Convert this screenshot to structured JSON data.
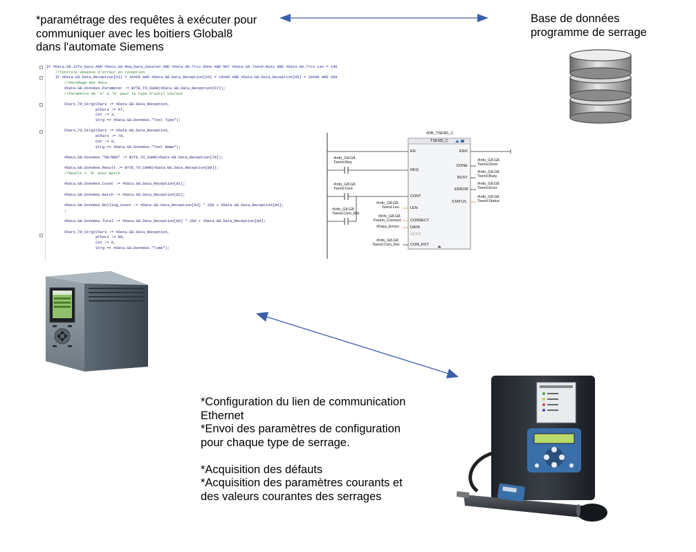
{
  "notes": {
    "plc_setup": "*paramétrage des requêtes à exécuter pour\ncommuniquer avec les boitiers Global8\ndans l'automate Siemens",
    "database": "Base de données\nprogramme de serrage",
    "communication": "*Configuration du lien de communication\nEthernet\n*Envoi des paramètres de configuration\npour chaque type de serrage.\n\n*Acquisition des défauts\n*Acquisition des paramètres courants et\ndes valeurs courantes des serrages"
  },
  "code_lines": [
    {
      "text": "IF #Data.G8.Info_Data AND #Data.G8.Req_Data_Session AND #Data.G8.Trcv.Done AND NOT #Data.G8.Tsend.Busy AND #Data.G8.Trcv.Len = 146",
      "style": "kw"
    },
    {
      "text": "    //Controle absence d'erreur en reception",
      "style": "comment"
    },
    {
      "text": "    IF #Data.G8.Data_Reception[63] = 16#08 AND #Data.G8.Data_Reception[64] = 16#00 AND #Data.G8.Data_Reception[65] = 16#00 AND #Da",
      "style": "kw"
    },
    {
      "text": "        //Decodage des data",
      "style": "comment"
    },
    {
      "text": "        #Data.G8.Données.Parameter := BYTE_TO_CHAR(#Data.G8.Data_Reception[67]);",
      "style": "code"
    },
    {
      "text": "        //Parametre de 'A' à 'H' pour le type d'outil courant",
      "style": "comment"
    },
    {
      "text": "",
      "style": "code"
    },
    {
      "text": "        Chars_TO_Strg(Chars := #Data.G8.Data_Reception,",
      "style": "code"
    },
    {
      "text": "                      pChars := 67,",
      "style": "code"
    },
    {
      "text": "                      Cnt := 3,",
      "style": "code"
    },
    {
      "text": "                      Strg => #Data.G8.Données.\"Tool Type\");",
      "style": "code"
    },
    {
      "text": "",
      "style": "code"
    },
    {
      "text": "        Chars_TO_Strg(Chars := #Data.G8.Data_Reception,",
      "style": "code"
    },
    {
      "text": "                      pChars := 70,",
      "style": "code"
    },
    {
      "text": "                      Cnt := 8,",
      "style": "code"
    },
    {
      "text": "                      Strg => #Data.G8.Données.\"Tool Name\");",
      "style": "code"
    },
    {
      "text": "",
      "style": "code"
    },
    {
      "text": "        #Data.G8.Données.\"OK/NOK\" := BYTE_TO_CHAR(#Data.G8.Data_Reception[79]);",
      "style": "code"
    },
    {
      "text": "",
      "style": "code"
    },
    {
      "text": "        #Data.G8.Données.Result := BYTE_TO_CHAR(#Data.G8.Data_Reception[80]);",
      "style": "code"
    },
    {
      "text": "        //Result = 'B' pour Batch",
      "style": "comment"
    },
    {
      "text": "",
      "style": "code"
    },
    {
      "text": "        #Data.G8.Données.Count := #Data.G8.Data_Reception[81];",
      "style": "code"
    },
    {
      "text": "",
      "style": "code"
    },
    {
      "text": "        #Data.G8.Données.Batch := #Data.G8.Data_Reception[82];",
      "style": "code"
    },
    {
      "text": "",
      "style": "code"
    },
    {
      "text": "        #Data.G8.Données.Rolling_Count := #Data.G8.Data_Reception[83] * 256 + #Data.G8.Data_Reception[84];",
      "style": "code"
    },
    {
      "text": "        ;",
      "style": "code"
    },
    {
      "text": "",
      "style": "code"
    },
    {
      "text": "        #Data.G8.Données.Total := #Data.G8.Data_Reception[85] * 256 + #Data.G8.Data_Reception[86];",
      "style": "code"
    },
    {
      "text": "",
      "style": "code"
    },
    {
      "text": "        Chars_TO_Strg(Chars := #Data.G8.Data_Reception,",
      "style": "code"
    },
    {
      "text": "                      pChars := 88,",
      "style": "code"
    },
    {
      "text": "                      Cnt := 6,",
      "style": "code"
    },
    {
      "text": "                      Strg => #Data.G8.Données.\"Time\");",
      "style": "code"
    }
  ],
  "function_block": {
    "instance": "#DB_TSEND_C",
    "type": "TSEND_C",
    "pins_in": [
      "EN",
      "REQ",
      "CONT",
      "LEN",
      "CONNECT",
      "DATA",
      "ADDR",
      "COM_RST"
    ],
    "pins_out": [
      "ENO",
      "DONE",
      "BUSY",
      "ERROR",
      "STATUS"
    ],
    "req_contact": "#Info_G8.G8.\nTsend.Req",
    "cont_contact": "#Info_G8.G8.\nTsend.Cont",
    "com_rst_contact": "#Info_G8.G8.\nTsend.Com_Rst",
    "len_var": "#Info_G8.G8.\nTsend.Len",
    "connect_var": "#Info_G8.G8.\nParam_Connect",
    "data_var": "#Data_Errors",
    "com_rst_var": "#Info_G8.G8.\nTsend.Com_Rst",
    "done_var": "#Info_G8.G8.\nTsend.Done",
    "busy_var": "#Info_G8.G8.\nTsend.Busy",
    "error_var": "#Info_G8.G8.\nTsend.Error",
    "status_var": "#Info_G8.G8.\nTsend.Status"
  },
  "colors": {
    "arrow": "#3b5fa8",
    "db_dark": "#4d4d4d",
    "db_light": "#e6e6e6",
    "plc_body": "#7a8691",
    "tool_body": "#2b2f36",
    "pad_blue": "#3a6ea8"
  }
}
